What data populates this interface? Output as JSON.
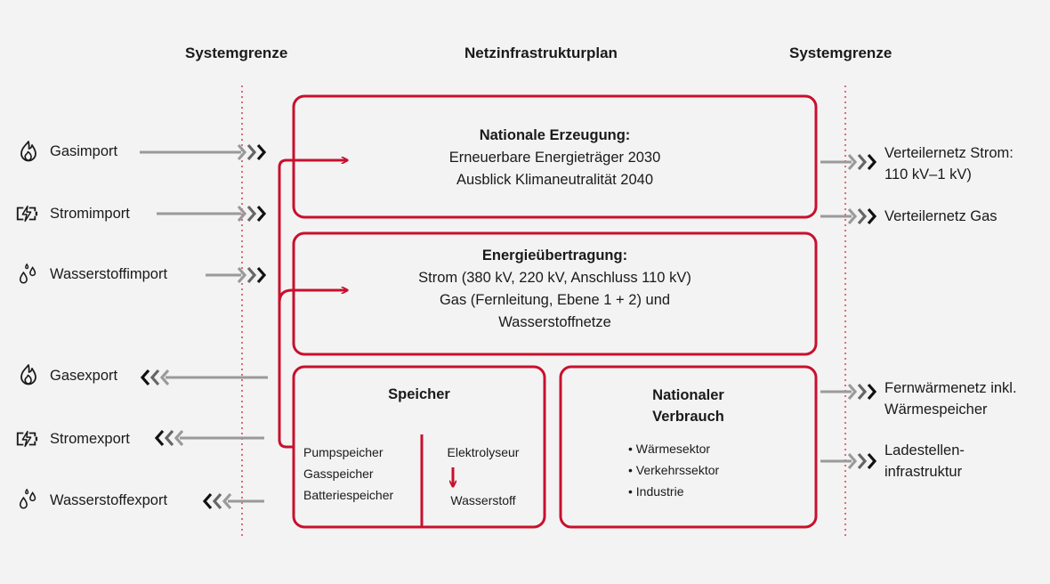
{
  "colors": {
    "accent": "#c8102e",
    "arrow_light": "#9a9a9a",
    "arrow_mid": "#666666",
    "arrow_dark": "#111111",
    "background": "#f3f3f3"
  },
  "headers": {
    "left": "Systemgrenze",
    "center": "Netzinfrastrukturplan",
    "right": "Systemgrenze"
  },
  "imports": [
    {
      "label": "Gasimport",
      "icon": "flame-icon"
    },
    {
      "label": "Stromimport",
      "icon": "battery-bolt-icon"
    },
    {
      "label": "Wasserstoffimport",
      "icon": "hydrogen-drops-icon"
    }
  ],
  "exports": [
    {
      "label": "Gasexport",
      "icon": "flame-icon"
    },
    {
      "label": "Stromexport",
      "icon": "battery-bolt-icon"
    },
    {
      "label": "Wasserstoffexport",
      "icon": "hydrogen-drops-icon"
    }
  ],
  "boxes": {
    "generation": {
      "title": "Nationale Erzeugung:",
      "line1": "Erneuerbare Energieträger 2030",
      "line2": "Ausblick Klimaneutralität 2040"
    },
    "transmission": {
      "title": "Energieübertragung:",
      "line1": "Strom (380 kV, 220 kV, Anschluss 110 kV)",
      "line2": "Gas (Fernleitung, Ebene 1 + 2) und",
      "line3": "Wasserstoffnetze"
    },
    "storage": {
      "title": "Speicher",
      "items": [
        "Pumpspeicher",
        "Gasspeicher",
        "Batteriespeicher"
      ],
      "electrolysis_top": "Elektrolyseur",
      "electrolysis_bottom": "Wasserstoff"
    },
    "consumption": {
      "title": "Nationaler\nVerbrauch",
      "items": [
        "Wärmesektor",
        "Verkehrssektor",
        "Industrie"
      ]
    }
  },
  "outputs": [
    {
      "label": "Verteilernetz Strom:\n110 kV–1 kV)"
    },
    {
      "label": "Verteilernetz Gas"
    },
    {
      "label": "Fernwärmenetz inkl.\nWärmespeicher"
    },
    {
      "label": "Ladestellen-\ninfrastruktur"
    }
  ]
}
